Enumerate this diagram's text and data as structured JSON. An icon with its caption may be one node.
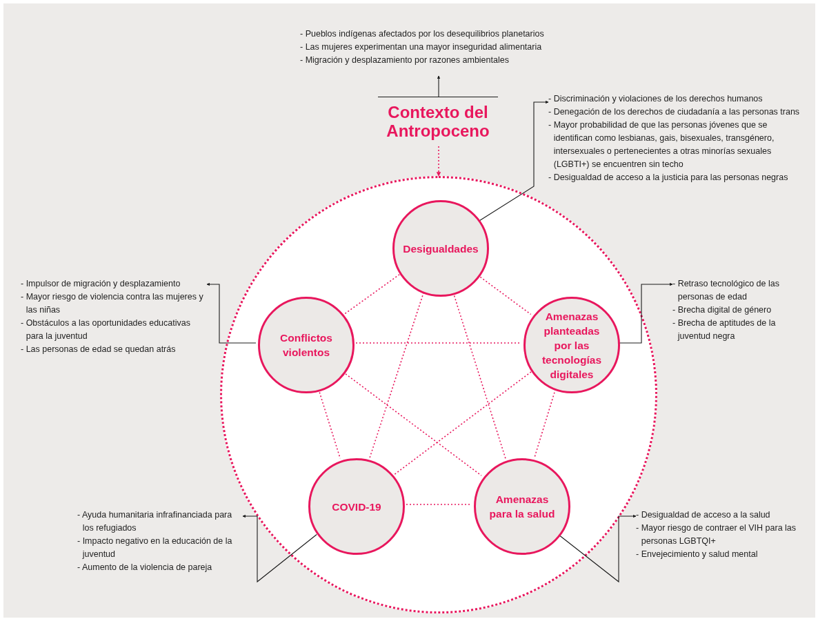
{
  "diagram": {
    "nodes": [
      {
        "text": [
          "Contexto del Antropoceno"
        ]
      },
      {
        "text": [
          "- Pueblos indígenas afectados por los desequilibrios planetarios",
          "- Las mujeres experimentan una mayor inseguridad alimentaria",
          "- Migración y desplazamiento por razones ambientales"
        ]
      },
      {
        "text": [],
        "shape": "circle"
      },
      {
        "text": [
          "Desigualdades"
        ],
        "in": 2
      },
      {
        "text": [
          "Conflictos violentos"
        ],
        "in": 2
      },
      {
        "text": [
          "Amenazas planteadas por las tecnologías digitales"
        ],
        "in": 2
      },
      {
        "text": [
          "COVID-19"
        ],
        "in": 2
      },
      {
        "text": [
          "Amenazas para la salud"
        ],
        "in": 2
      },
      {
        "text": [
          "- Discriminación y violaciones de los derechos humanos",
          "- Denegación de los derechos de ciudadanía a las personas trans",
          "- Mayor probabilidad de que las personas jóvenes que se identifican como lesbianas, gais, bisexuales, transgénero, intersexuales o pertenecientes a otras minorías sexuales (LGBTI+) se encuentren sin techo",
          "- Desigualdad de acceso a la justicia para las personas negras"
        ]
      },
      {
        "text": [
          "- Impulsor de migración y desplazamiento",
          "- Mayor riesgo de violencia contra las mujeres y las niñas",
          "- Obstáculos a las oportunidades educativas para la juventud",
          "- Las personas de edad se quedan atrás"
        ]
      },
      {
        "text": [
          "- Retraso tecnológico de las personas de edad",
          "- Brecha digital de género",
          "- Brecha de aptitudes de la juventud negra"
        ]
      },
      {
        "text": [
          "- Ayuda humanitaria infrafinanciada para los refugiados",
          "- Impacto negativo en la educación de la juventud",
          "- Aumento de la violencia de pareja"
        ]
      },
      {
        "text": [
          "- Desigualdad de acceso a la salud",
          "- Mayor riesgo de contraer el VIH para las personas LGBTQI+",
          "- Envejecimiento y salud mental"
        ]
      }
    ],
    "edges": [
      {
        "from": 0,
        "to": 1,
        "arrow": "to",
        "color": "#1a1a1a"
      },
      {
        "from": 0,
        "to": 2,
        "arrow": "to",
        "style": "dashed"
      },
      {
        "from": 3,
        "to": 8,
        "arrow": "to",
        "color": "#1a1a1a"
      },
      {
        "from": 4,
        "to": 9,
        "arrow": "to",
        "color": "#1a1a1a"
      },
      {
        "from": 5,
        "to": 10,
        "arrow": "to",
        "color": "#1a1a1a"
      },
      {
        "from": 6,
        "to": 11,
        "arrow": "to",
        "color": "#1a1a1a"
      },
      {
        "from": 7,
        "to": 12,
        "arrow": "to",
        "color": "#1a1a1a"
      },
      {
        "from": 3,
        "to": 4,
        "arrow": "none",
        "style": "dashed"
      },
      {
        "from": 3,
        "to": 5,
        "arrow": "none",
        "style": "dashed"
      },
      {
        "from": 3,
        "to": 6,
        "arrow": "none",
        "style": "dashed"
      },
      {
        "from": 3,
        "to": 7,
        "arrow": "none",
        "style": "dashed"
      },
      {
        "from": 4,
        "to": 5,
        "arrow": "none",
        "style": "dashed"
      },
      {
        "from": 4,
        "to": 6,
        "arrow": "none",
        "style": "dashed"
      },
      {
        "from": 4,
        "to": 7,
        "arrow": "none",
        "style": "dashed"
      },
      {
        "from": 5,
        "to": 6,
        "arrow": "none",
        "style": "dashed"
      },
      {
        "from": 5,
        "to": 7,
        "arrow": "none",
        "style": "dashed"
      },
      {
        "from": 6,
        "to": 7,
        "arrow": "none",
        "style": "dashed"
      }
    ]
  }
}
